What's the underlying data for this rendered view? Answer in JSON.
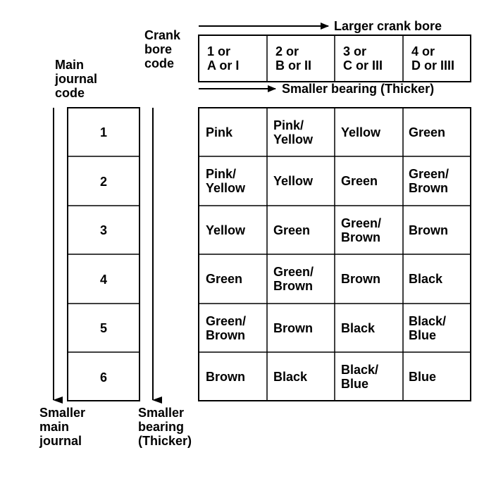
{
  "labels": {
    "crank_bore_code": "Crank\nbore\ncode",
    "main_journal_code": "Main\njournal\ncode",
    "larger_crank_bore": "Larger crank bore",
    "smaller_bearing_top": "Smaller bearing (Thicker)",
    "smaller_main_journal": "Smaller\nmain\njournal",
    "smaller_bearing_bottom": "Smaller\nbearing\n(Thicker)"
  },
  "crank_bore_codes": [
    "1 or\nA or I",
    "2 or\nB or II",
    "3 or\nC or III",
    "4 or\nD or IIII"
  ],
  "main_journal_codes": [
    "1",
    "2",
    "3",
    "4",
    "5",
    "6"
  ],
  "bearing_colors": [
    [
      "Pink",
      "Pink/\nYellow",
      "Yellow",
      "Green"
    ],
    [
      "Pink/\nYellow",
      "Yellow",
      "Green",
      "Green/\nBrown"
    ],
    [
      "Yellow",
      "Green",
      "Green/\nBrown",
      "Brown"
    ],
    [
      "Green",
      "Green/\nBrown",
      "Brown",
      "Black"
    ],
    [
      "Green/\nBrown",
      "Brown",
      "Black",
      "Black/\nBlue"
    ],
    [
      "Brown",
      "Black",
      "Black/\nBlue",
      "Blue"
    ]
  ]
}
